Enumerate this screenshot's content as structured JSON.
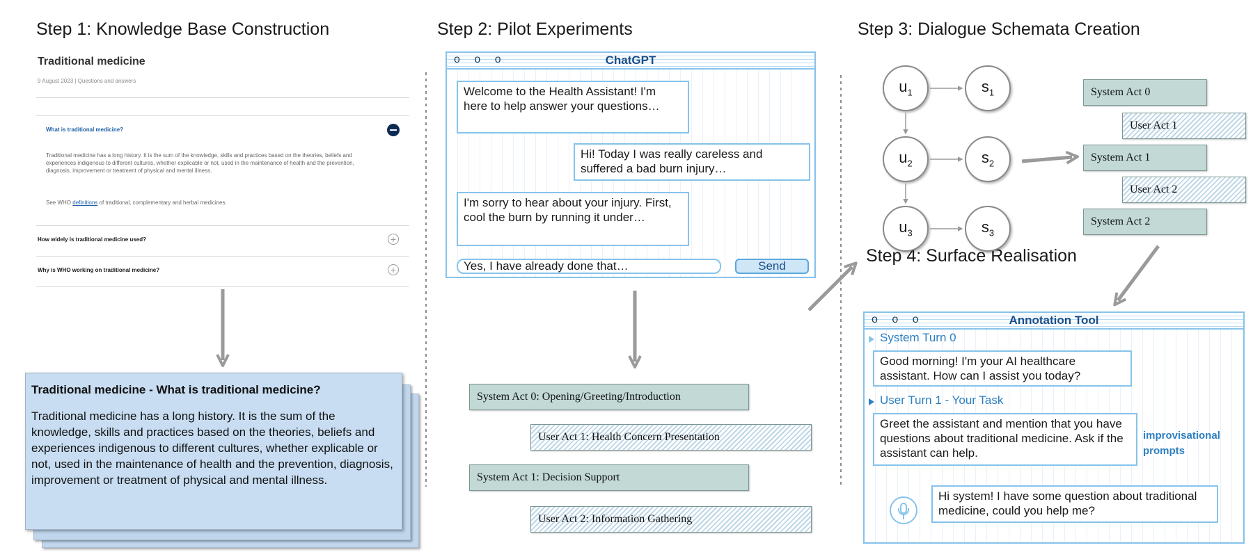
{
  "steps": {
    "s1": "Step 1: Knowledge Base Construction",
    "s2": "Step 2: Pilot Experiments",
    "s3": "Step 3: Dialogue Schemata Creation",
    "s4": "Step 4: Surface Realisation"
  },
  "webpage": {
    "title": "Traditional medicine",
    "meta": "9 August 2023 | Questions and answers",
    "q1": "What is traditional medicine?",
    "a1": "Traditional medicine has a long history. It is the sum of the knowledge, skills and practices based on the theories, beliefs and experiences indigenous to different cultures, whether explicable or not, used in the maintenance of health and the prevention, diagnosis, improvement or treatment of physical and mental illness.",
    "see_pre": "See WHO",
    "see_link": "definitions",
    "see_post": "of traditional, complementary and herbal medicines.",
    "q2": "How widely is traditional medicine used?",
    "q3": "Why is WHO working on traditional medicine?",
    "plus": "+"
  },
  "kb_card": {
    "title": "Traditional medicine - What is traditional medicine?",
    "text": "Traditional medicine has a long history. It is the sum of the knowledge, skills and practices based on the theories, beliefs and experiences indigenous to different cultures, whether explicable or not, used in the maintenance of health and the prevention, diagnosis, improvement or treatment of physical and mental illness."
  },
  "chatgpt": {
    "dots": "o o o",
    "title": "ChatGPT",
    "m1": "Welcome to the Health Assistant! I'm here to help answer your questions…",
    "m2": "Hi! Today I was really careless and suffered a bad burn injury…",
    "m3": "I'm sorry to hear about your injury. First, cool the burn by running it under…",
    "input": "Yes, I have already done that…",
    "send": "Send"
  },
  "step2_acts": [
    "System Act 0: Opening/Greeting/Introduction",
    "User Act 1: Health Concern Presentation",
    "System Act 1: Decision Support",
    "User Act 2: Information Gathering"
  ],
  "schema_nodes": {
    "u": "u",
    "s": "s",
    "i1": "1",
    "i2": "2",
    "i3": "3"
  },
  "step3_acts": [
    "System Act 0",
    "User Act 1",
    "System Act 1",
    "User Act 2",
    "System Act 2"
  ],
  "annotation": {
    "dots": "o o o",
    "title": "Annotation Tool",
    "turn0_label": "System Turn 0",
    "turn0_text": "Good morning! I'm your AI healthcare assistant. How can I assist you today?",
    "turn1_label": "User Turn 1 - Your Task",
    "turn1_text": "Greet the assistant and mention that you have questions about traditional medicine. Ask if the assistant can help.",
    "improv": "improvisational prompts",
    "reply": "Hi system! I have some question about traditional medicine, could you help me?"
  },
  "colors": {
    "window_border": "#86c3ec",
    "card_bg": "#c8ddf2",
    "system_act_bg": "#c2d9d6",
    "arrow": "#9a9a9a",
    "accent_blue": "#2d7fc1"
  }
}
